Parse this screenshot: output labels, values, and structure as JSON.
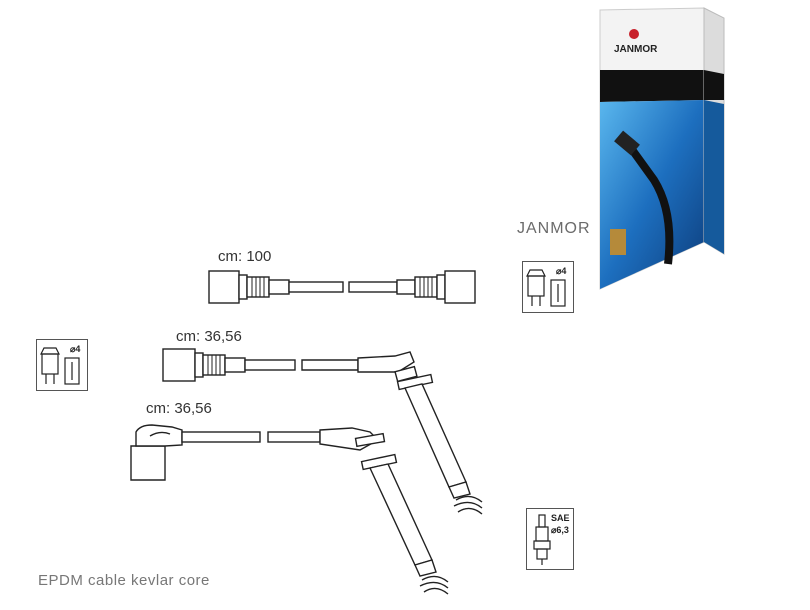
{
  "cables": [
    {
      "length_label": "cm: 100"
    },
    {
      "length_label": "cm: 36,56"
    },
    {
      "length_label": "cm: 36,56"
    }
  ],
  "brand_label": "JANMOR",
  "box": {
    "brand": "JANMOR",
    "accent_color": "#1a4f9c",
    "logo_color": "#c8202a"
  },
  "pictograms": {
    "cap_top": "⌀4",
    "cap_left": "⌀4",
    "plug_standard": "SAE",
    "plug_diameter": "⌀6,3"
  },
  "footer_text": "EPDM cable kevlar core",
  "icons": [
    "distributor-cap-icon",
    "spark-plug-icon",
    "janmor-logo-icon"
  ]
}
